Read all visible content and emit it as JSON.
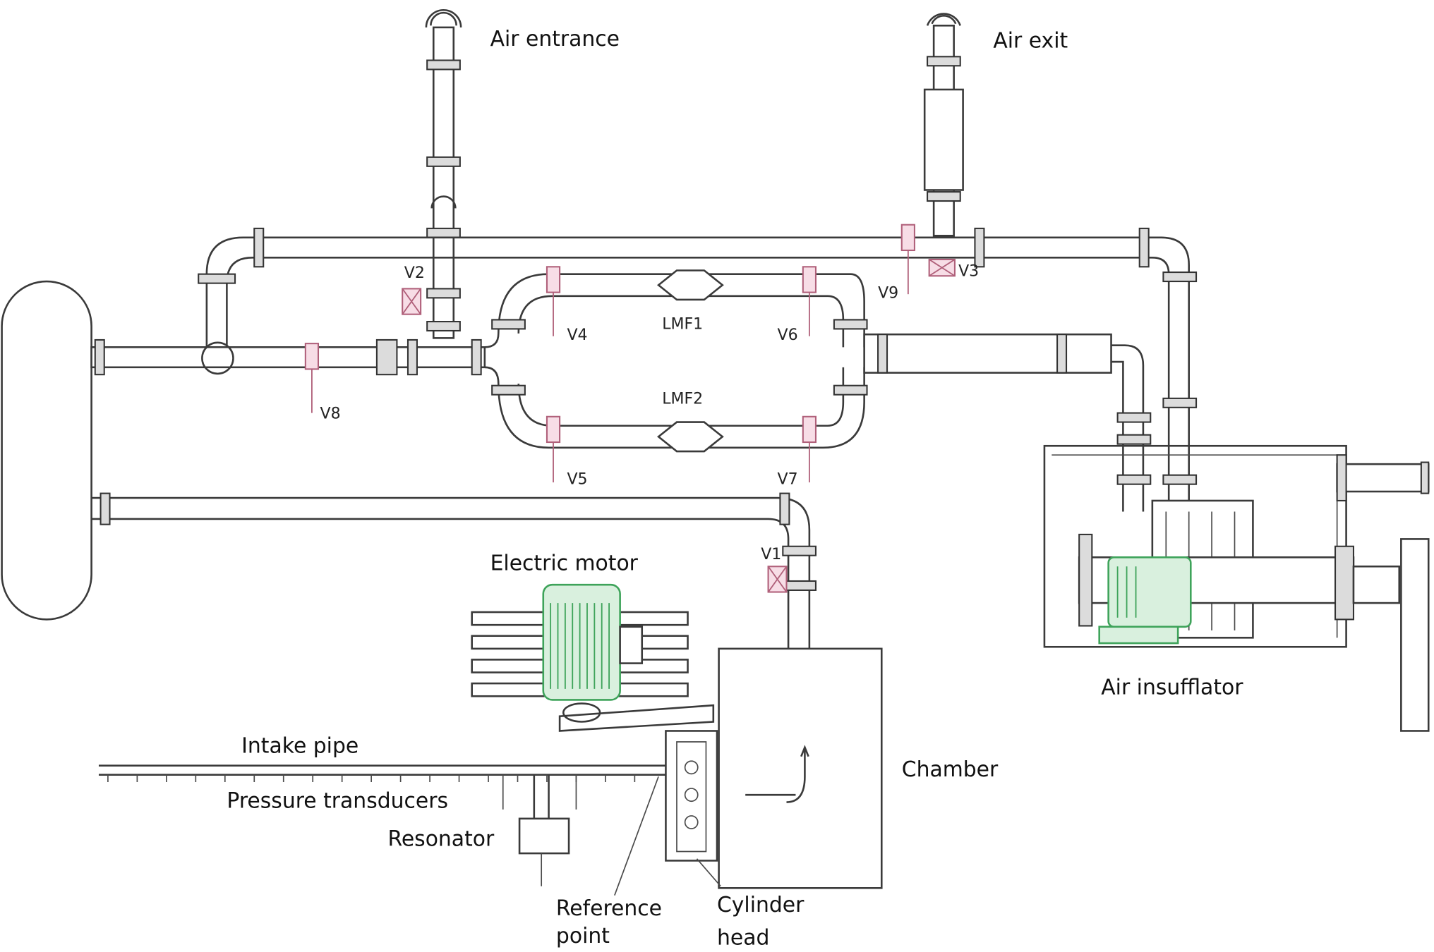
{
  "labels": {
    "air_entrance": "Air entrance",
    "air_exit": "Air exit",
    "air_insufflator": "Air insufflator",
    "electric_motor": "Electric motor",
    "intake_pipe": "Intake pipe",
    "pressure_transducers": "Pressure transducers",
    "resonator": "Resonator",
    "chamber": "Chamber",
    "reference_point_1": "Reference",
    "reference_point_2": "point",
    "cylinder_head_1": "Cylinder",
    "cylinder_head_2": "head"
  },
  "valves": {
    "v1": "V1",
    "v2": "V2",
    "v3": "V3",
    "v4": "V4",
    "v5": "V5",
    "v6": "V6",
    "v7": "V7",
    "v8": "V8",
    "v9": "V9"
  },
  "flowmeters": {
    "lmf1": "LMF1",
    "lmf2": "LMF2"
  },
  "colors": {
    "valve_accent": "#b0607a",
    "motor_accent": "#3ea35a"
  }
}
